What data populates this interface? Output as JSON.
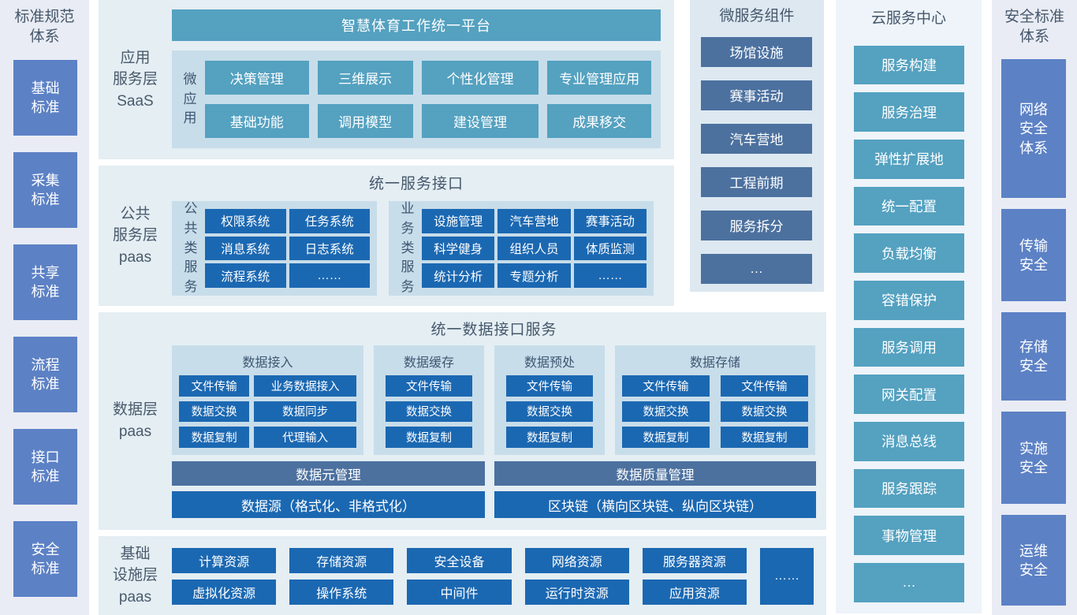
{
  "left_sidebar": {
    "title": "标准规范\n体系",
    "items": [
      "基础\n标准",
      "采集\n标准",
      "共享\n标准",
      "流程\n标准",
      "接口\n标准",
      "安全\n标准"
    ]
  },
  "saas_layer": {
    "label": "应用\n服务层\nSaaS",
    "platform_title": "智慧体育工作统一平台",
    "micro_app_label": "微应用",
    "apps": [
      "决策管理",
      "三维展示",
      "个性化管理",
      "专业管理应用",
      "基础功能",
      "调用模型",
      "建设管理",
      "成果移交"
    ]
  },
  "paas_layer": {
    "label": "公共\n服务层\npaas",
    "title": "统一服务接口",
    "public_group": {
      "label": "公共类服务",
      "items": [
        "权限系统",
        "任务系统",
        "消息系统",
        "日志系统",
        "流程系统",
        "……"
      ]
    },
    "business_group": {
      "label": "业务类服务",
      "items": [
        "设施管理",
        "汽车营地",
        "赛事活动",
        "科学健身",
        "组织人员",
        "体质监测",
        "统计分析",
        "专题分析",
        "……"
      ]
    }
  },
  "data_layer": {
    "label": "数据层\npaas",
    "title": "统一数据接口服务",
    "access_group": {
      "title": "数据接入",
      "items": [
        "文件传输",
        "业务数据接入",
        "数据交换",
        "数据同步",
        "数据复制",
        "代理输入"
      ]
    },
    "cache_group": {
      "title": "数据缓存",
      "items": [
        "文件传输",
        "数据交换",
        "数据复制"
      ]
    },
    "preprocess_group": {
      "title": "数据预处",
      "items": [
        "文件传输",
        "数据交换",
        "数据复制"
      ]
    },
    "storage_group": {
      "title": "数据存储",
      "items": [
        "文件传输",
        "文件传输",
        "数据交换",
        "数据交换",
        "数据复制",
        "数据复制"
      ]
    },
    "meta_bar": "数据元管理",
    "quality_bar": "数据质量管理",
    "source_bar": "数据源（格式化、非格式化）",
    "blockchain_bar": "区块链（横向区块链、纵向区块链）"
  },
  "infra_layer": {
    "label": "基础\n设施层\npaas",
    "items": [
      "计算资源",
      "存储资源",
      "安全设备",
      "网络资源",
      "服务器资源",
      "虚拟化资源",
      "操作系统",
      "中间件",
      "运行时资源",
      "应用资源"
    ],
    "more": "……"
  },
  "microservices": {
    "title": "微服务组件",
    "items": [
      "场馆设施",
      "赛事活动",
      "汽车营地",
      "工程前期",
      "服务拆分",
      "…"
    ]
  },
  "cloud_center": {
    "title": "云服务中心",
    "items": [
      "服务构建",
      "服务治理",
      "弹性扩展地",
      "统一配置",
      "负载均衡",
      "容错保护",
      "服务调用",
      "网关配置",
      "消息总线",
      "服务跟踪",
      "事物管理",
      "…"
    ]
  },
  "right_sidebar": {
    "title": "安全标准\n体系",
    "items": [
      "网络\n安全\n体系",
      "传输\n安全",
      "存储\n安全",
      "实施\n安全",
      "运维\n安全"
    ]
  },
  "colors": {
    "teal": "#54a1c0",
    "dark_blue": "#1b68b2",
    "slate_blue": "#4c719f",
    "periwinkle": "#5c81c5",
    "panel_bg": "#e4eef3",
    "subpanel_bg": "#c8ddea",
    "sidebar_bg": "#e9ecf4",
    "cloud_bg": "#eef4f9",
    "heading_text": "#46586c"
  }
}
